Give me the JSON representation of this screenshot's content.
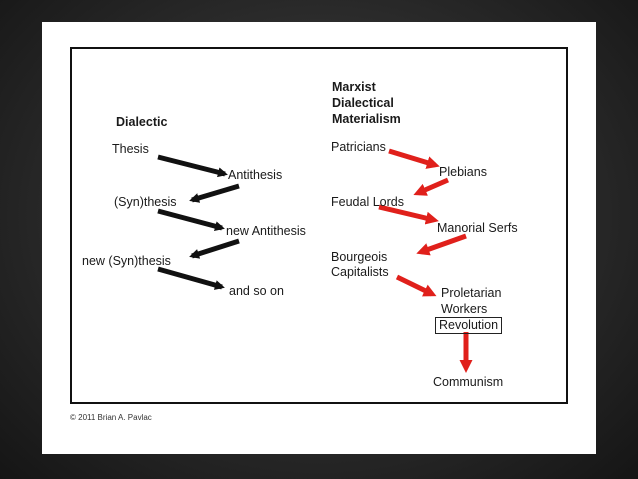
{
  "left": {
    "heading": "Dialectic",
    "thesis": "Thesis",
    "antithesis": "Antithesis",
    "synthesis1": "(Syn)thesis",
    "new_antithesis": "new Antithesis",
    "synthesis2": "new (Syn)thesis",
    "and_so_on": "and so on"
  },
  "right": {
    "heading_line1": "Marxist",
    "heading_line2": "Dialectical",
    "heading_line3": "Materialism",
    "patricians": "Patricians",
    "plebians": "Plebians",
    "feudal_lords": "Feudal Lords",
    "manorial_serfs": "Manorial Serfs",
    "bourgeois_line1": "Bourgeois",
    "bourgeois_line2": "Capitalists",
    "proletarian_line1": "Proletarian",
    "proletarian_line2": "Workers",
    "revolution": "Revolution",
    "communism": "Communism"
  },
  "copyright": "© 2011 Brian A. Pavlac",
  "colors": {
    "black_arrow": "#111111",
    "red_arrow": "#e0201b"
  }
}
